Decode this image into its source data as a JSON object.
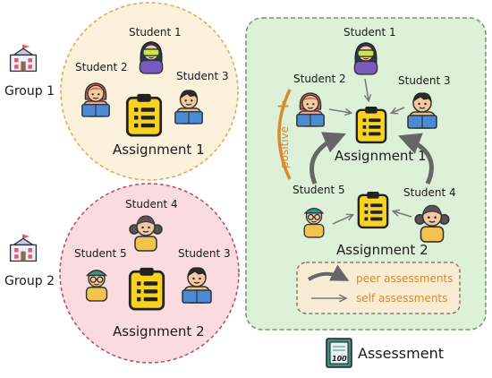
{
  "groups": [
    {
      "label": "Group 1",
      "assignment": "Assignment 1",
      "students": [
        "Student 1",
        "Student 2",
        "Student 3"
      ],
      "fill": "#fbf1dc",
      "border": "#e0a84a"
    },
    {
      "label": "Group 2",
      "assignment": "Assignment 2",
      "students": [
        "Student 4",
        "Student 5",
        "Student 3"
      ],
      "fill": "#fadbe0",
      "border": "#b0505f"
    }
  ],
  "assessment_panel": {
    "fill": "#ddf0d8",
    "border": "#6a9a66",
    "students": [
      "Student 1",
      "Student 2",
      "Student 3",
      "Student 5",
      "Student 4"
    ],
    "assignments": [
      "Assignment 1",
      "Assignment 2"
    ],
    "positive_label": "positive",
    "plus_sign": "+",
    "legend": {
      "peer": "peer assessments",
      "self": "self assessments"
    }
  },
  "footer": {
    "label": "Assessment",
    "badge": "100"
  },
  "colors": {
    "clipboard": "#f7d21e",
    "accent_orange": "#d98a2b",
    "arrow_gray": "#777777"
  },
  "icons": [
    "school-building-icon",
    "clipboard-icon",
    "student-avatar-icon",
    "score-sheet-icon"
  ]
}
